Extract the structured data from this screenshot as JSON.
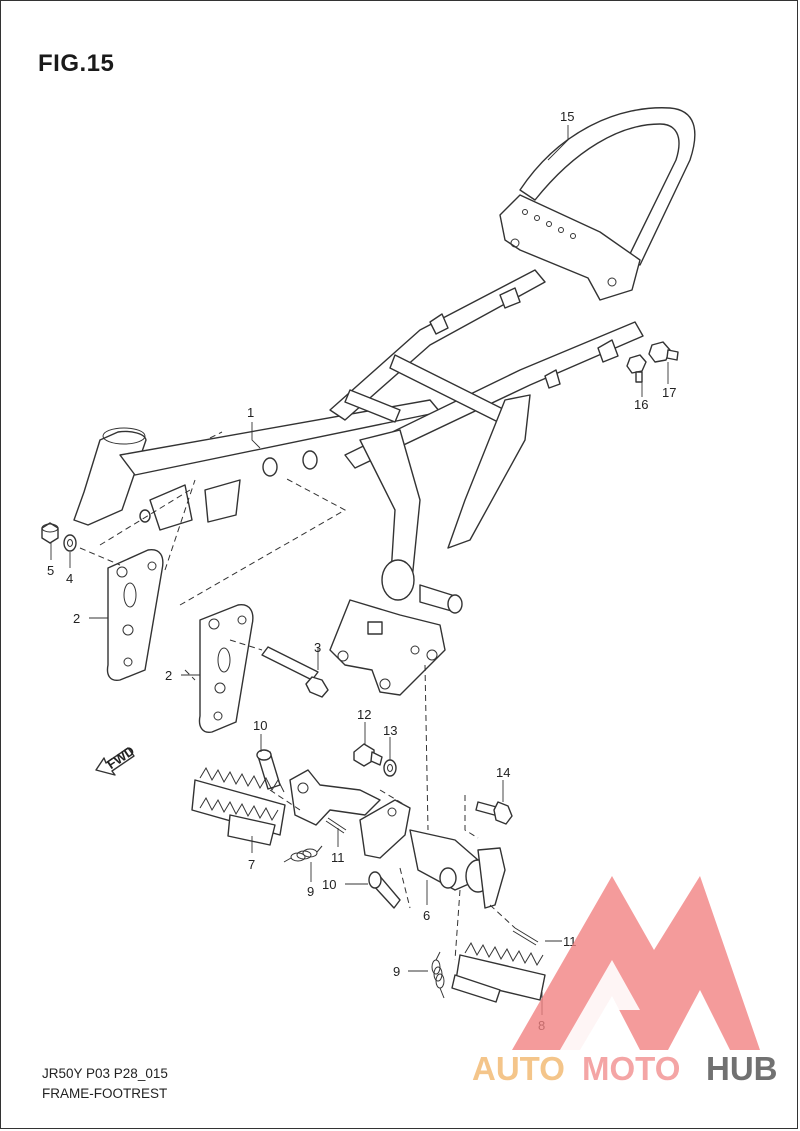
{
  "figure": {
    "title": "FIG.15"
  },
  "footer": {
    "code": "JR50Y P03 P28_015",
    "name": "FRAME-FOOTREST"
  },
  "callouts": [
    "1",
    "2",
    "2",
    "3",
    "4",
    "5",
    "6",
    "7",
    "8",
    "9",
    "9",
    "10",
    "10",
    "11",
    "11",
    "12",
    "13",
    "14",
    "15",
    "16",
    "17"
  ],
  "fwd_label": "FWD",
  "watermark": {
    "part1": "AUTO",
    "part2": "MOTO",
    "part3": "HUB",
    "color_part1": "#f2b56a",
    "color_part2": "#f28c8c",
    "color_part3": "#4a4a4a",
    "logo_color": "#f28080"
  }
}
